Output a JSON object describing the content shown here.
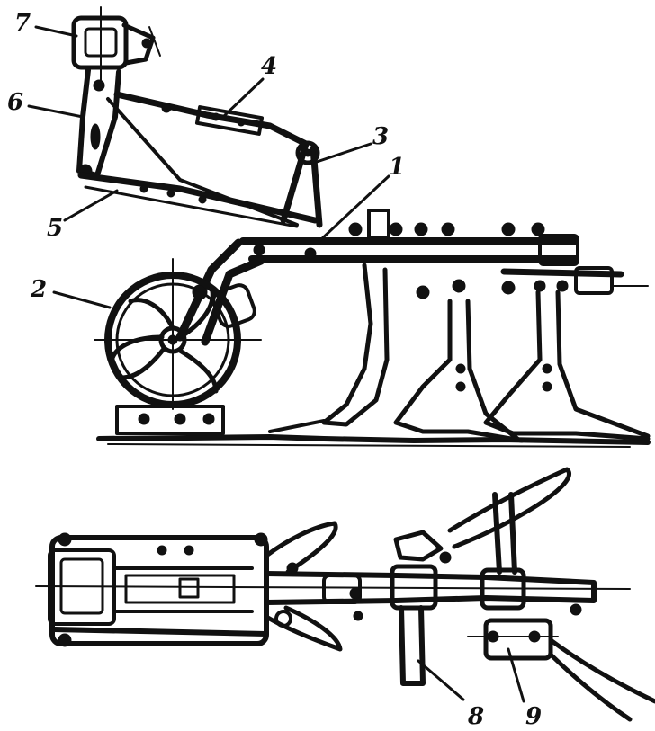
{
  "figure": {
    "callouts": {
      "c1": "1",
      "c2": "2",
      "c3": "3",
      "c4": "4",
      "c5": "5",
      "c6": "6",
      "c7": "7",
      "c8": "8",
      "c9": "9"
    }
  },
  "colors": {
    "ink": "#111111",
    "paper": "#ffffff"
  }
}
